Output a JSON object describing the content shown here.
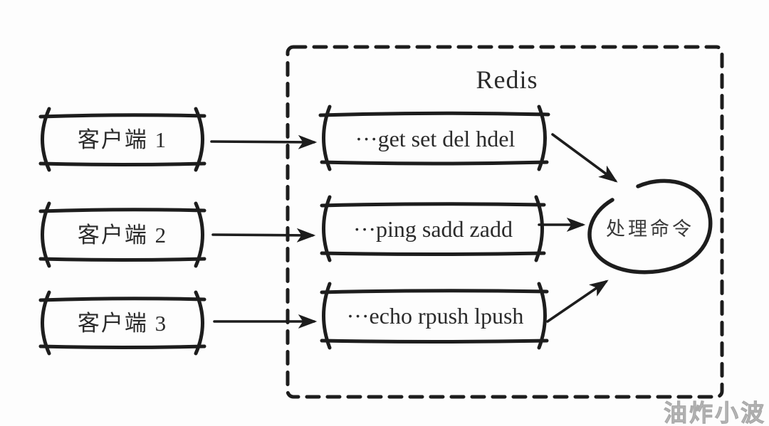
{
  "diagram": {
    "title": "Redis",
    "clients": [
      {
        "label": "客户端 1"
      },
      {
        "label": "客户端 2"
      },
      {
        "label": "客户端 3"
      }
    ],
    "command_queues": [
      {
        "label": "···get set del hdel"
      },
      {
        "label": "···ping sadd zadd"
      },
      {
        "label": "···echo rpush lpush"
      }
    ],
    "processor": {
      "label": "处理命令"
    },
    "watermark": "油炸小波",
    "colors": {
      "ink": "#1d1d1d",
      "text": "#2b2b2b",
      "background": "#fdfdfd",
      "watermark": "#bdbdbd"
    }
  }
}
